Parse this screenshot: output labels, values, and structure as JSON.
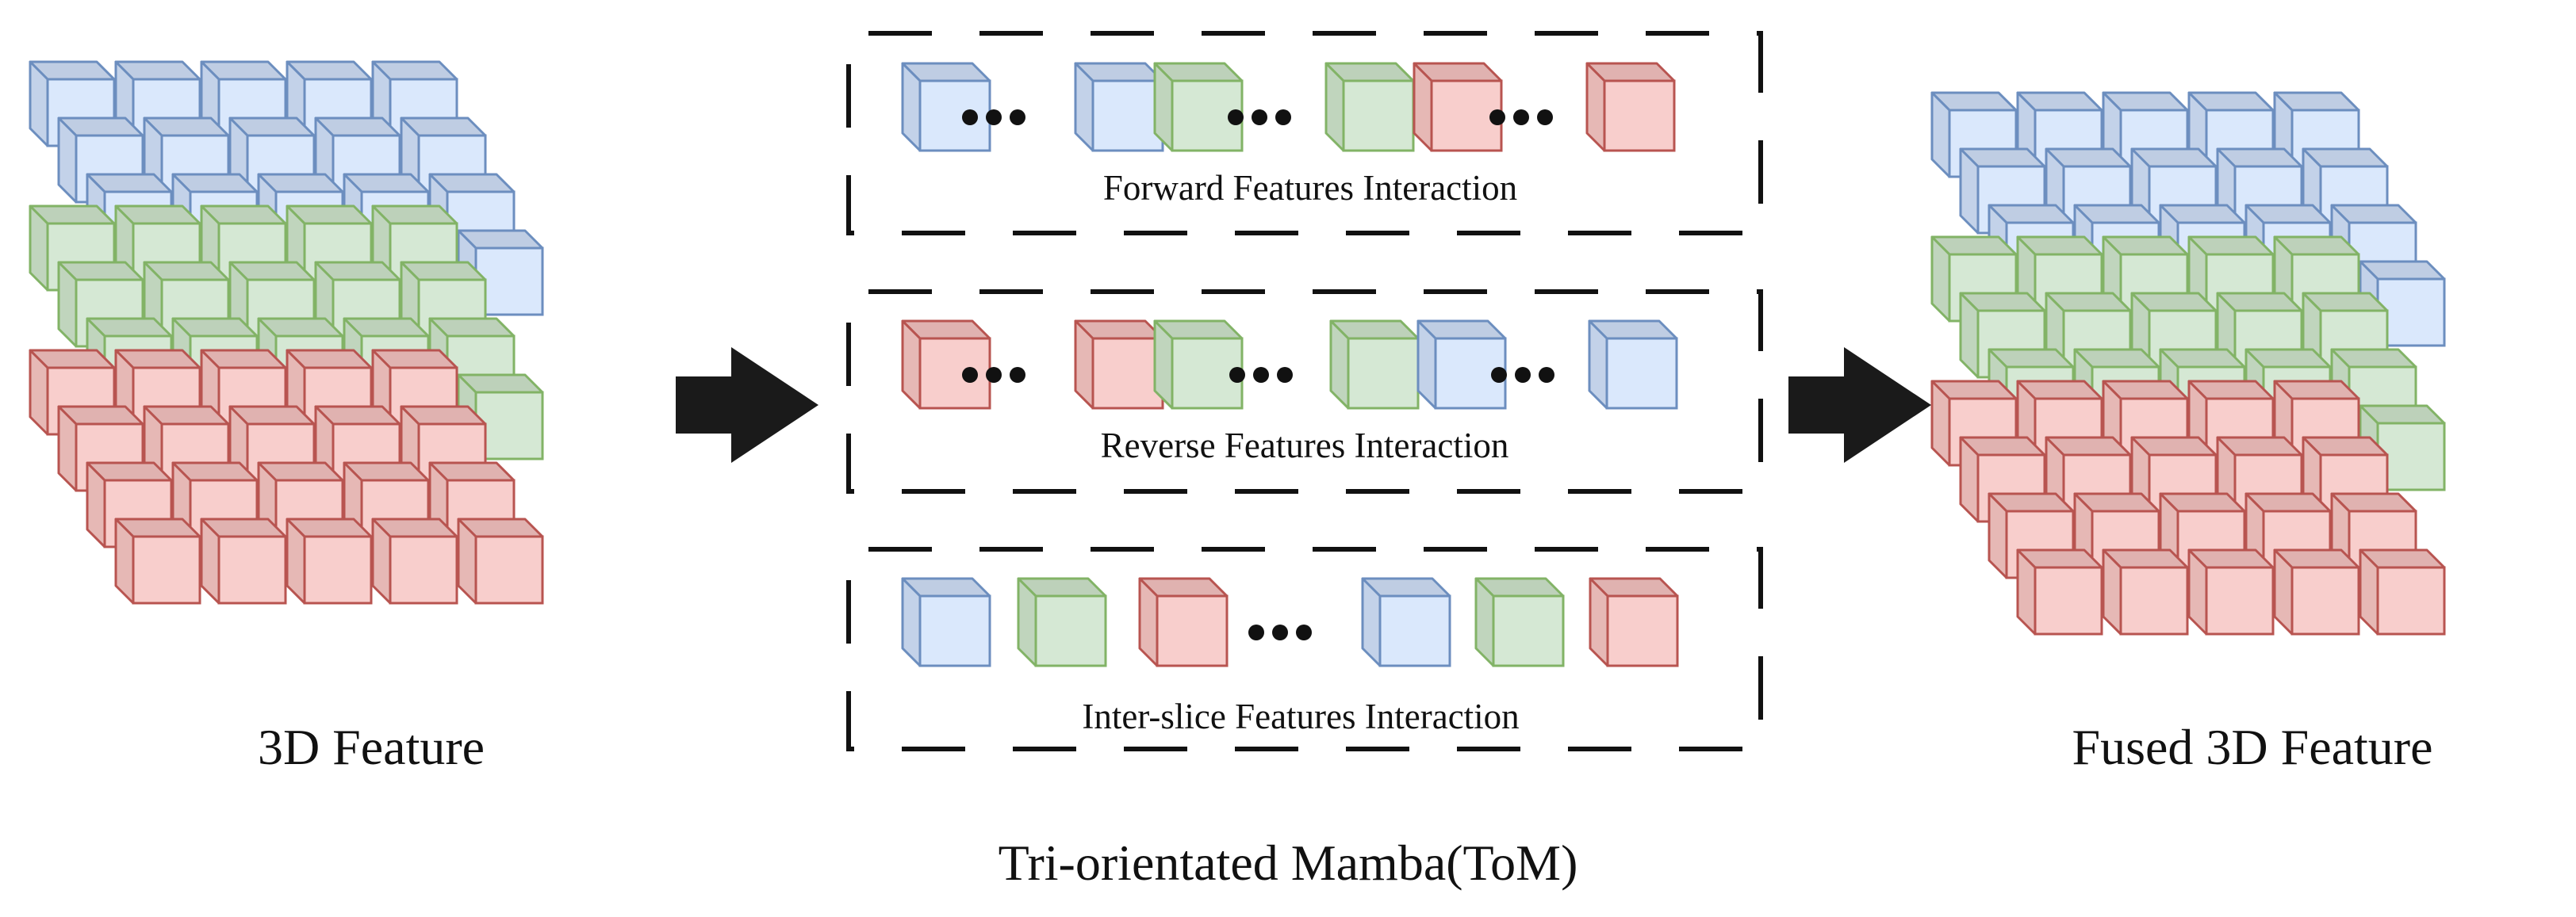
{
  "colors": {
    "blue": {
      "front": "#dae8fc",
      "top": "#bfcde3",
      "side": "#c3d2e9",
      "stroke": "#6c8ebf"
    },
    "green": {
      "front": "#d5e8d4",
      "top": "#bdd1ba",
      "side": "#c0d5bd",
      "stroke": "#82b366"
    },
    "red": {
      "front": "#f8cecc",
      "top": "#e0b2b0",
      "side": "#e6b8b5",
      "stroke": "#b85450"
    },
    "arrow": "#1a1a1a",
    "border": "#111111"
  },
  "labels": {
    "input": "3D Feature",
    "output": "Fused 3D Feature",
    "module": "Tri-orientated Mamba(ToM)"
  },
  "panels": [
    {
      "label": "Forward Features Interaction",
      "sequence": [
        "blue",
        "dots",
        "blue",
        "green",
        "dots",
        "green",
        "red",
        "dots",
        "red"
      ]
    },
    {
      "label": "Reverse Features Interaction",
      "sequence": [
        "red",
        "dots",
        "red",
        "green",
        "dots",
        "green",
        "blue",
        "dots",
        "blue"
      ]
    },
    {
      "label": "Inter-slice Features Interaction",
      "sequence": [
        "blue",
        "green",
        "red",
        "dots",
        "blue",
        "green",
        "red"
      ]
    }
  ],
  "grid": {
    "layers": [
      "blue",
      "green",
      "red"
    ],
    "rows_per_layer": 4,
    "cols_per_row": 5
  },
  "icons": {
    "flow_arrow": "arrow-right-icon"
  }
}
